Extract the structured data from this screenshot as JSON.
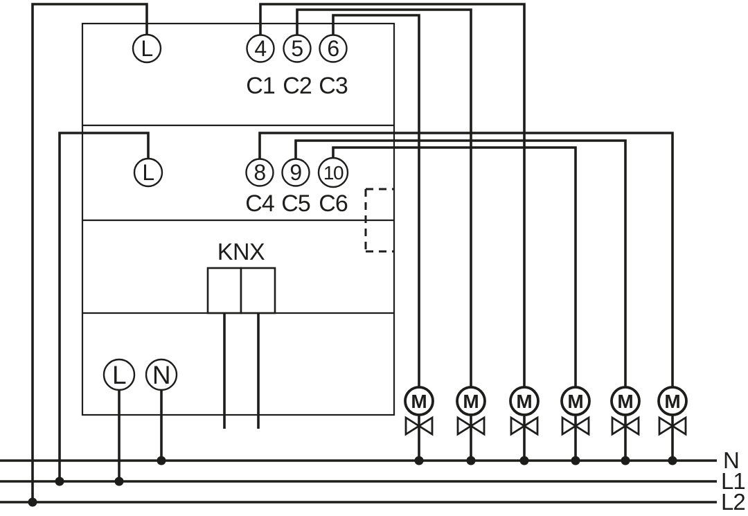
{
  "device": {
    "section_top": {
      "supply_label": "L",
      "terminals": [
        "4",
        "5",
        "6"
      ],
      "channels": [
        "C1",
        "C2",
        "C3"
      ]
    },
    "section_bottom": {
      "supply_label": "L",
      "terminals": [
        "8",
        "9",
        "10"
      ],
      "channels": [
        "C4",
        "C5",
        "C6"
      ]
    },
    "knx_label": "KNX",
    "power_terminals": {
      "line": "L",
      "neutral": "N"
    }
  },
  "actuators": {
    "motor_label": "M",
    "count": 6
  },
  "bus_lines": {
    "neutral": "N",
    "line1": "L1",
    "line2": "L2"
  },
  "colors": {
    "line": "#1d1d1b",
    "background": "#ffffff"
  }
}
